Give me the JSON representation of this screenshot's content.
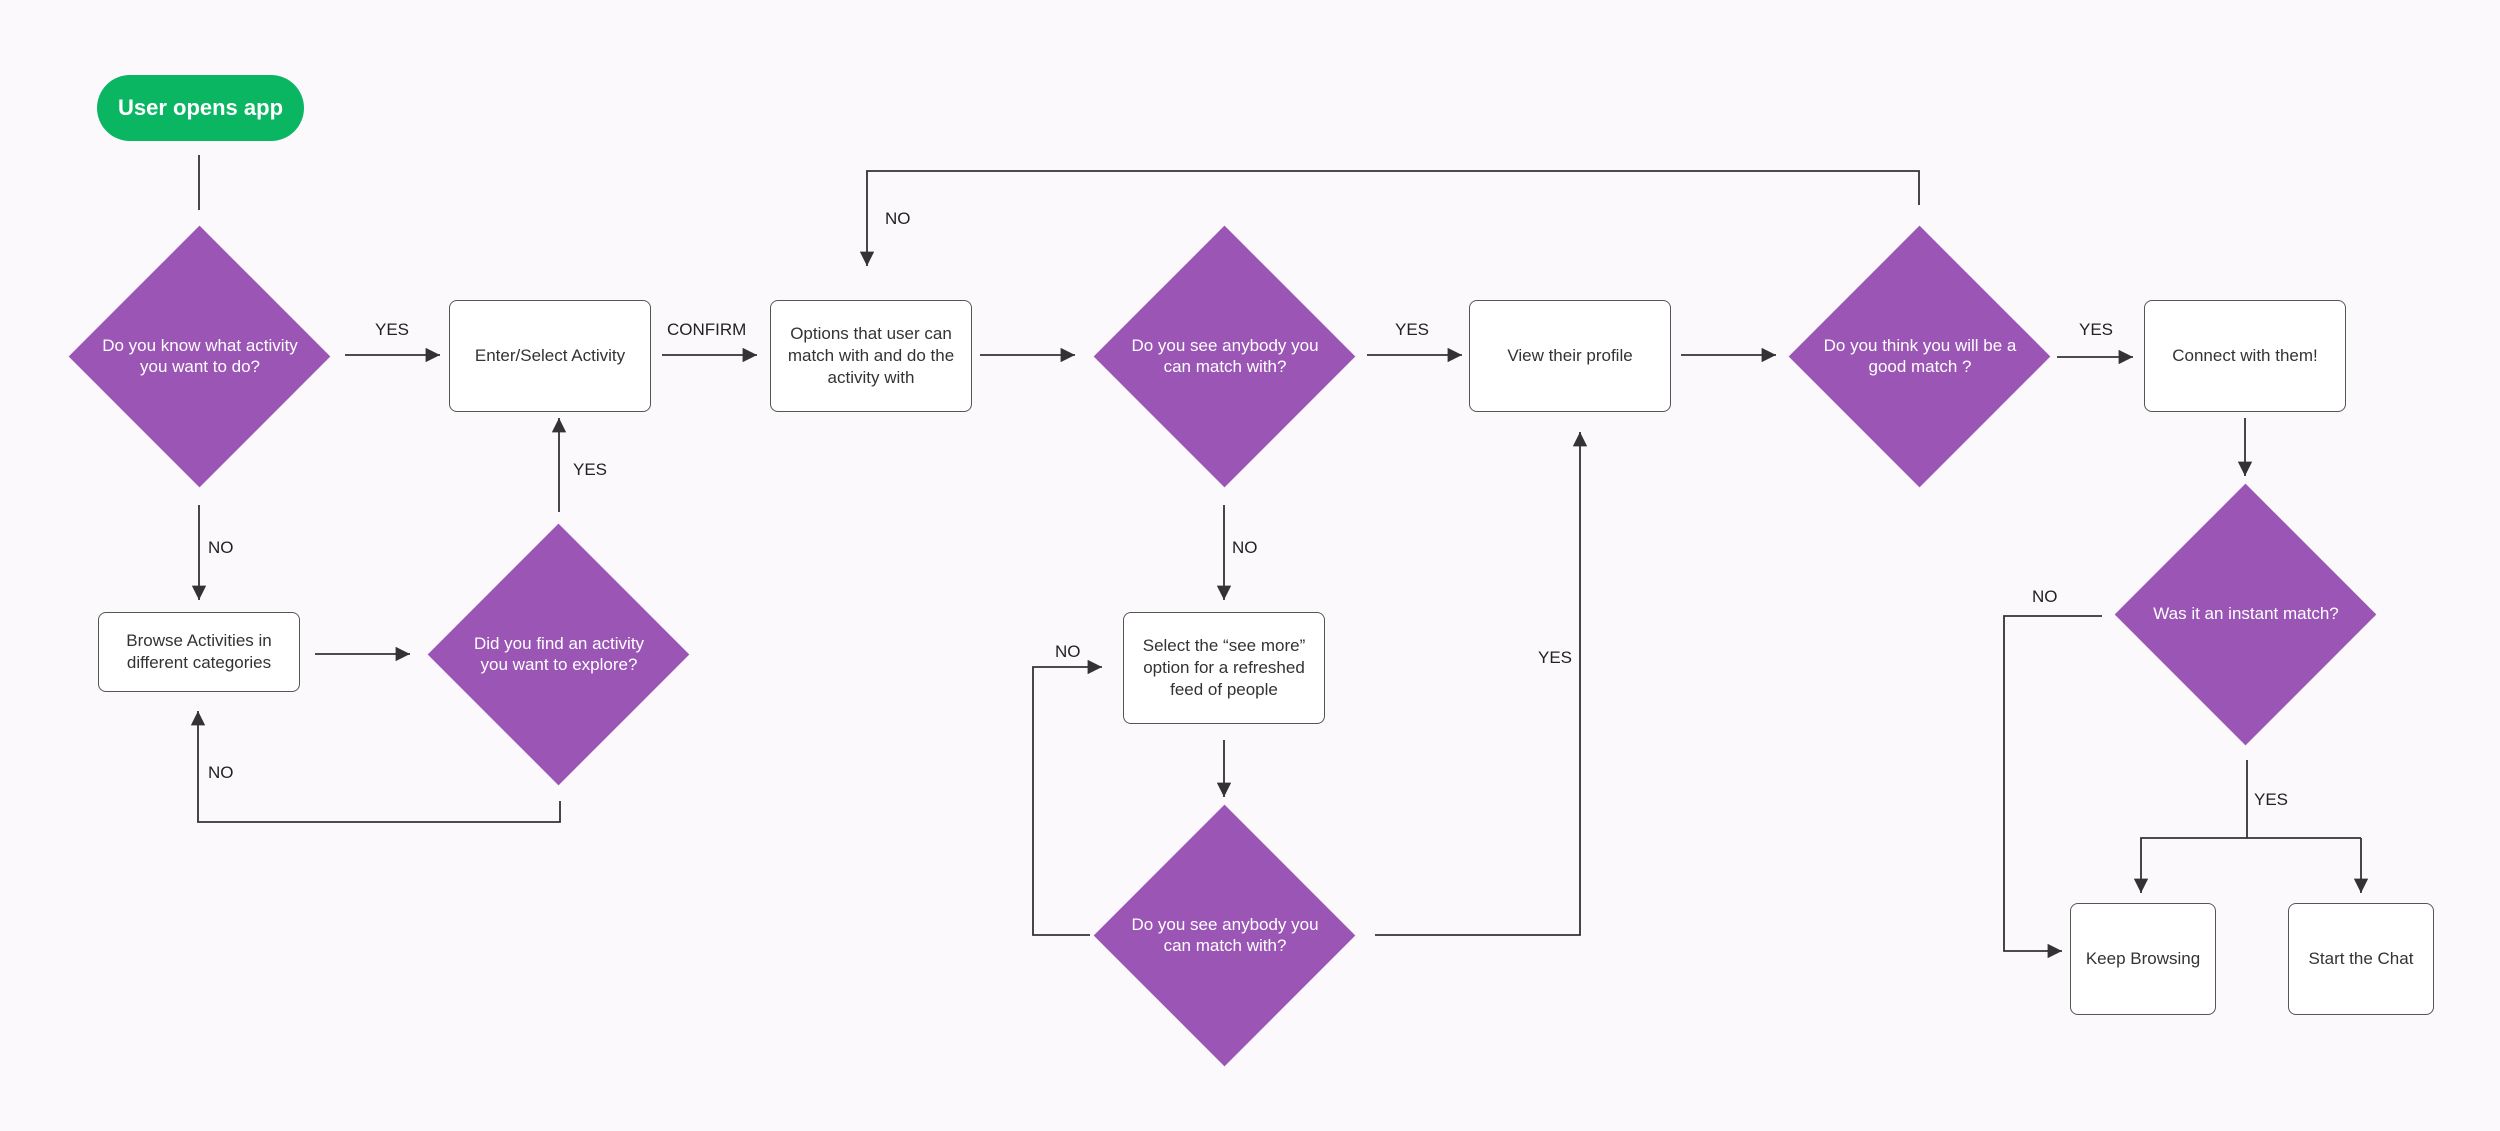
{
  "start": {
    "label": "User opens app"
  },
  "nodes": {
    "enter_select_activity": "Enter/Select Activity",
    "options_user_can_match": "Options that user can match with and do the activity with",
    "view_profile": "View their profile",
    "connect_with_them": "Connect with them!",
    "browse_activities": "Browse Activities in different categories",
    "see_more_option": "Select the “see more” option for a refreshed feed of people",
    "keep_browsing": "Keep Browsing",
    "start_chat": "Start the Chat"
  },
  "decisions": {
    "know_activity": "Do you know what activity you want to do?",
    "see_anybody_1": "Do you see anybody you can match with?",
    "good_match": "Do you think you will be a good match ?",
    "find_activity": "Did you find an activity you want to explore?",
    "instant_match": "Was it an instant match?",
    "see_anybody_2": "Do you see anybody you can match with?"
  },
  "edge_labels": {
    "yes": "YES",
    "no": "NO",
    "confirm": "CONFIRM"
  },
  "colors": {
    "start": "#0bb663",
    "decision": "#9b55b5",
    "line": "#333333",
    "background": "#fcf9fc"
  }
}
